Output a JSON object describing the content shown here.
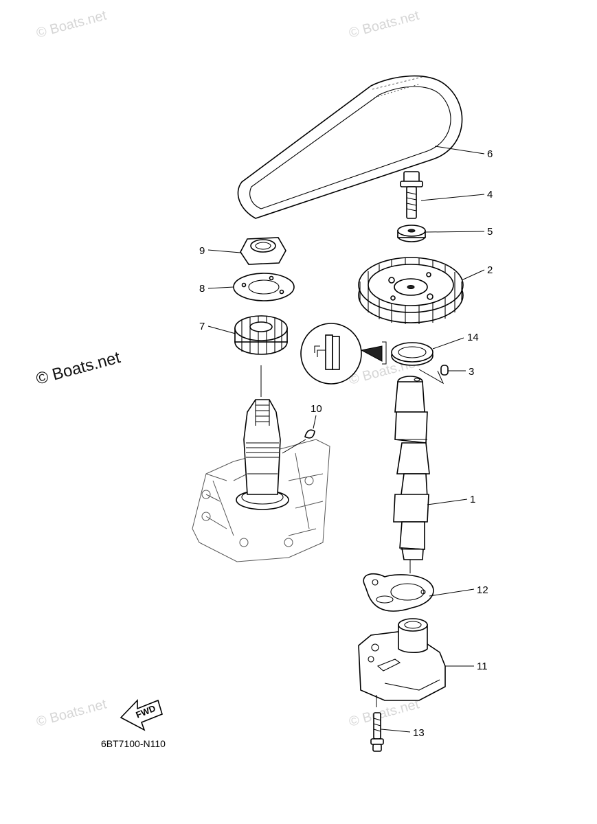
{
  "watermarks": {
    "main": "© Boats.net",
    "faint": "© Boats.net"
  },
  "diagram": {
    "code": "6BT7100-N110",
    "fwd_label": "FWD",
    "callouts": [
      {
        "id": "1",
        "label": "1"
      },
      {
        "id": "2",
        "label": "2"
      },
      {
        "id": "3",
        "label": "3"
      },
      {
        "id": "4",
        "label": "4"
      },
      {
        "id": "5",
        "label": "5"
      },
      {
        "id": "6",
        "label": "6"
      },
      {
        "id": "7",
        "label": "7"
      },
      {
        "id": "8",
        "label": "8"
      },
      {
        "id": "9",
        "label": "9"
      },
      {
        "id": "10",
        "label": "10"
      },
      {
        "id": "11",
        "label": "11"
      },
      {
        "id": "12",
        "label": "12"
      },
      {
        "id": "13",
        "label": "13"
      },
      {
        "id": "14",
        "label": "14"
      }
    ]
  }
}
